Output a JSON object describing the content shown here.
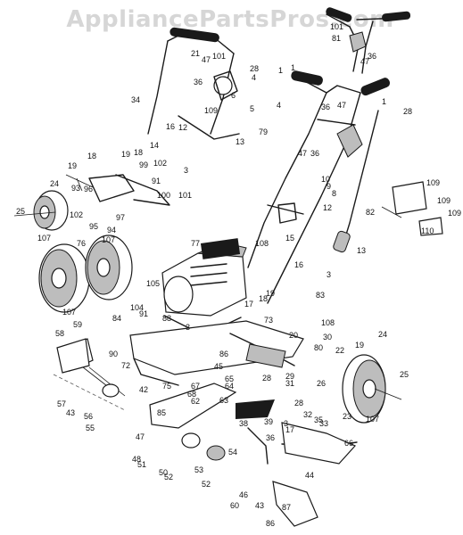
{
  "watermark": {
    "text": "AppliancePartsPros.com"
  },
  "diagram": {
    "callouts": [
      {
        "label": "101"
      },
      {
        "label": "81"
      },
      {
        "label": "36"
      },
      {
        "label": "47"
      },
      {
        "label": "1"
      },
      {
        "label": "21"
      },
      {
        "label": "101"
      },
      {
        "label": "28"
      },
      {
        "label": "47"
      },
      {
        "label": "36"
      },
      {
        "label": "4"
      },
      {
        "label": "109"
      },
      {
        "label": "6"
      },
      {
        "label": "5"
      },
      {
        "label": "34"
      },
      {
        "label": "13"
      },
      {
        "label": "1"
      },
      {
        "label": "1"
      },
      {
        "label": "36"
      },
      {
        "label": "47"
      },
      {
        "label": "4"
      },
      {
        "label": "28"
      },
      {
        "label": "16"
      },
      {
        "label": "12"
      },
      {
        "label": "79"
      },
      {
        "label": "47"
      },
      {
        "label": "36"
      },
      {
        "label": "14"
      },
      {
        "label": "102"
      },
      {
        "label": "3"
      },
      {
        "label": "101"
      },
      {
        "label": "18"
      },
      {
        "label": "19"
      },
      {
        "label": "18"
      },
      {
        "label": "99"
      },
      {
        "label": "19"
      },
      {
        "label": "96"
      },
      {
        "label": "93"
      },
      {
        "label": "91"
      },
      {
        "label": "100"
      },
      {
        "label": "24"
      },
      {
        "label": "102"
      },
      {
        "label": "97"
      },
      {
        "label": "25"
      },
      {
        "label": "95"
      },
      {
        "label": "94"
      },
      {
        "label": "107"
      },
      {
        "label": "10"
      },
      {
        "label": "9"
      },
      {
        "label": "8"
      },
      {
        "label": "109"
      },
      {
        "label": "109"
      },
      {
        "label": "109"
      },
      {
        "label": "110"
      },
      {
        "label": "82"
      },
      {
        "label": "12"
      },
      {
        "label": "108"
      },
      {
        "label": "15"
      },
      {
        "label": "13"
      },
      {
        "label": "76"
      },
      {
        "label": "107"
      },
      {
        "label": "77"
      },
      {
        "label": "16"
      },
      {
        "label": "3"
      },
      {
        "label": "105"
      },
      {
        "label": "107"
      },
      {
        "label": "83"
      },
      {
        "label": "104"
      },
      {
        "label": "91"
      },
      {
        "label": "88"
      },
      {
        "label": "17"
      },
      {
        "label": "18"
      },
      {
        "label": "19"
      },
      {
        "label": "84"
      },
      {
        "label": "90"
      },
      {
        "label": "73"
      },
      {
        "label": "108"
      },
      {
        "label": "72"
      },
      {
        "label": "3"
      },
      {
        "label": "20"
      },
      {
        "label": "30"
      },
      {
        "label": "24"
      },
      {
        "label": "19"
      },
      {
        "label": "59"
      },
      {
        "label": "58"
      },
      {
        "label": "80"
      },
      {
        "label": "86"
      },
      {
        "label": "22"
      },
      {
        "label": "29"
      },
      {
        "label": "31"
      },
      {
        "label": "26"
      },
      {
        "label": "25"
      },
      {
        "label": "23"
      },
      {
        "label": "107"
      },
      {
        "label": "57"
      },
      {
        "label": "43"
      },
      {
        "label": "56"
      },
      {
        "label": "42"
      },
      {
        "label": "55"
      },
      {
        "label": "75"
      },
      {
        "label": "67"
      },
      {
        "label": "68"
      },
      {
        "label": "62"
      },
      {
        "label": "65"
      },
      {
        "label": "64"
      },
      {
        "label": "63"
      },
      {
        "label": "28"
      },
      {
        "label": "39"
      },
      {
        "label": "28"
      },
      {
        "label": "32"
      },
      {
        "label": "33"
      },
      {
        "label": "35"
      },
      {
        "label": "3"
      },
      {
        "label": "17"
      },
      {
        "label": "36"
      },
      {
        "label": "38"
      },
      {
        "label": "85"
      },
      {
        "label": "47"
      },
      {
        "label": "48"
      },
      {
        "label": "51"
      },
      {
        "label": "50"
      },
      {
        "label": "52"
      },
      {
        "label": "53"
      },
      {
        "label": "52"
      },
      {
        "label": "54"
      },
      {
        "label": "60"
      },
      {
        "label": "46"
      },
      {
        "label": "43"
      },
      {
        "label": "44"
      },
      {
        "label": "87"
      },
      {
        "label": "45"
      },
      {
        "label": "66"
      },
      {
        "label": "86"
      }
    ]
  }
}
